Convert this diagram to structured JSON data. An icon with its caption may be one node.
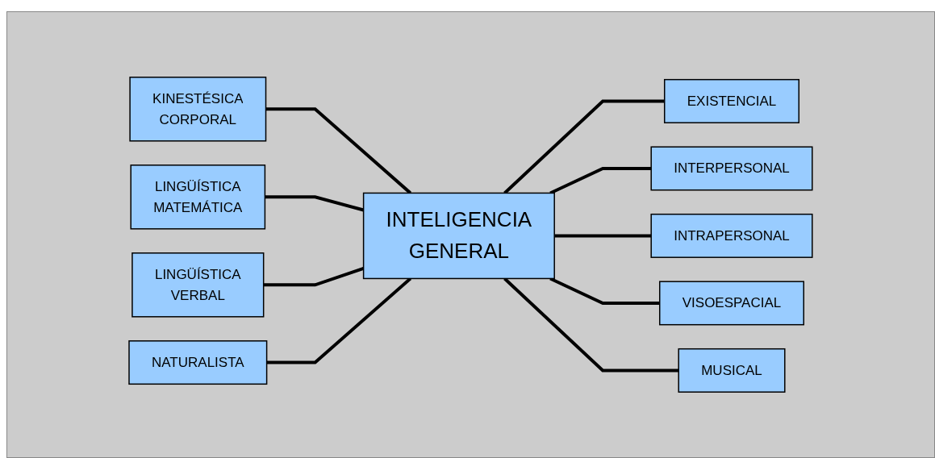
{
  "diagram": {
    "nodes": [
      {
        "text": [
          "KINESTÉSICA CORPORAL"
        ]
      },
      {
        "text": [
          "EXISTENCIAL"
        ]
      },
      {
        "text": [
          "LINGÜÍSTICA MATEMÁTICA"
        ]
      },
      {
        "text": [
          "INTERPERSONAL"
        ]
      },
      {
        "text": [
          "INTELIGENCIA GENERAL"
        ]
      },
      {
        "text": [
          "LINGÜÍSTICA VERBAL"
        ]
      },
      {
        "text": [
          "INTRAPERSONAL"
        ]
      },
      {
        "text": [
          "VISOESPACIAL"
        ]
      },
      {
        "text": [
          "NATURALISTA"
        ]
      },
      {
        "text": [
          "MUSICAL"
        ]
      }
    ],
    "edges": [
      {
        "from": 0,
        "to": 4,
        "arrow": "none"
      },
      {
        "from": 4,
        "to": 1,
        "arrow": "none"
      },
      {
        "from": 2,
        "to": 4,
        "arrow": "none"
      },
      {
        "from": 4,
        "to": 3,
        "arrow": "none"
      },
      {
        "from": 5,
        "to": 4,
        "arrow": "none"
      },
      {
        "from": 4,
        "to": 6,
        "arrow": "none"
      },
      {
        "from": 4,
        "to": 7,
        "arrow": "none"
      },
      {
        "from": 8,
        "to": 4,
        "arrow": "none"
      },
      {
        "from": 4,
        "to": 9,
        "arrow": "none"
      }
    ]
  }
}
